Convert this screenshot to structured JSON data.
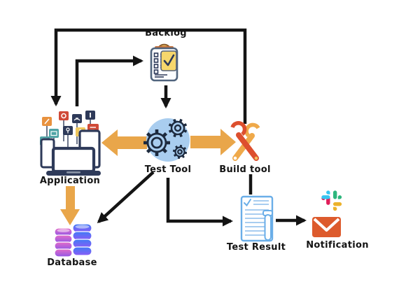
{
  "diagram": {
    "nodes": {
      "backlog": {
        "label": "Backlog",
        "icon": "clipboard-checklist-icon"
      },
      "application": {
        "label": "Application",
        "icon": "devices-app-bubbles-icon"
      },
      "test_tool": {
        "label": "Test Tool",
        "icon": "gears-circle-icon"
      },
      "build_tool": {
        "label": "Build tool",
        "icon": "crossed-wrenches-icon"
      },
      "database": {
        "label": "Database",
        "icon": "coin-stacks-icon"
      },
      "test_result": {
        "label": "Test Result",
        "icon": "report-testtube-icon"
      },
      "notification": {
        "label": "Notification",
        "icons": [
          "slack-icon",
          "email-icon"
        ]
      }
    },
    "edges": [
      {
        "from": "application",
        "to": "backlog",
        "style": "black-arrow"
      },
      {
        "from": "build_tool",
        "to": "application",
        "style": "black-arrow"
      },
      {
        "from": "backlog",
        "to": "test_tool",
        "style": "black-arrow"
      },
      {
        "from": "test_tool",
        "to": "application",
        "style": "orange-block-arrow"
      },
      {
        "from": "test_tool",
        "to": "build_tool",
        "style": "orange-block-arrow"
      },
      {
        "from": "application",
        "to": "database",
        "style": "orange-block-arrow"
      },
      {
        "from": "test_tool",
        "to": "database",
        "style": "black-arrow"
      },
      {
        "from": "test_tool",
        "to": "test_result",
        "style": "black-arrow"
      },
      {
        "from": "build_tool",
        "to": "test_result",
        "style": "black-line"
      },
      {
        "from": "test_result",
        "to": "notification",
        "style": "black-arrow"
      }
    ],
    "colors": {
      "line": "#141414",
      "flow_arrow": "#E9A64A",
      "test_tool_circle": "#A9CDEF",
      "slack_blue": "#36C5F0",
      "slack_green": "#2EB67D",
      "slack_yellow": "#ECB22C",
      "slack_red": "#E01E5A",
      "email_orange": "#DD5B2D"
    }
  }
}
